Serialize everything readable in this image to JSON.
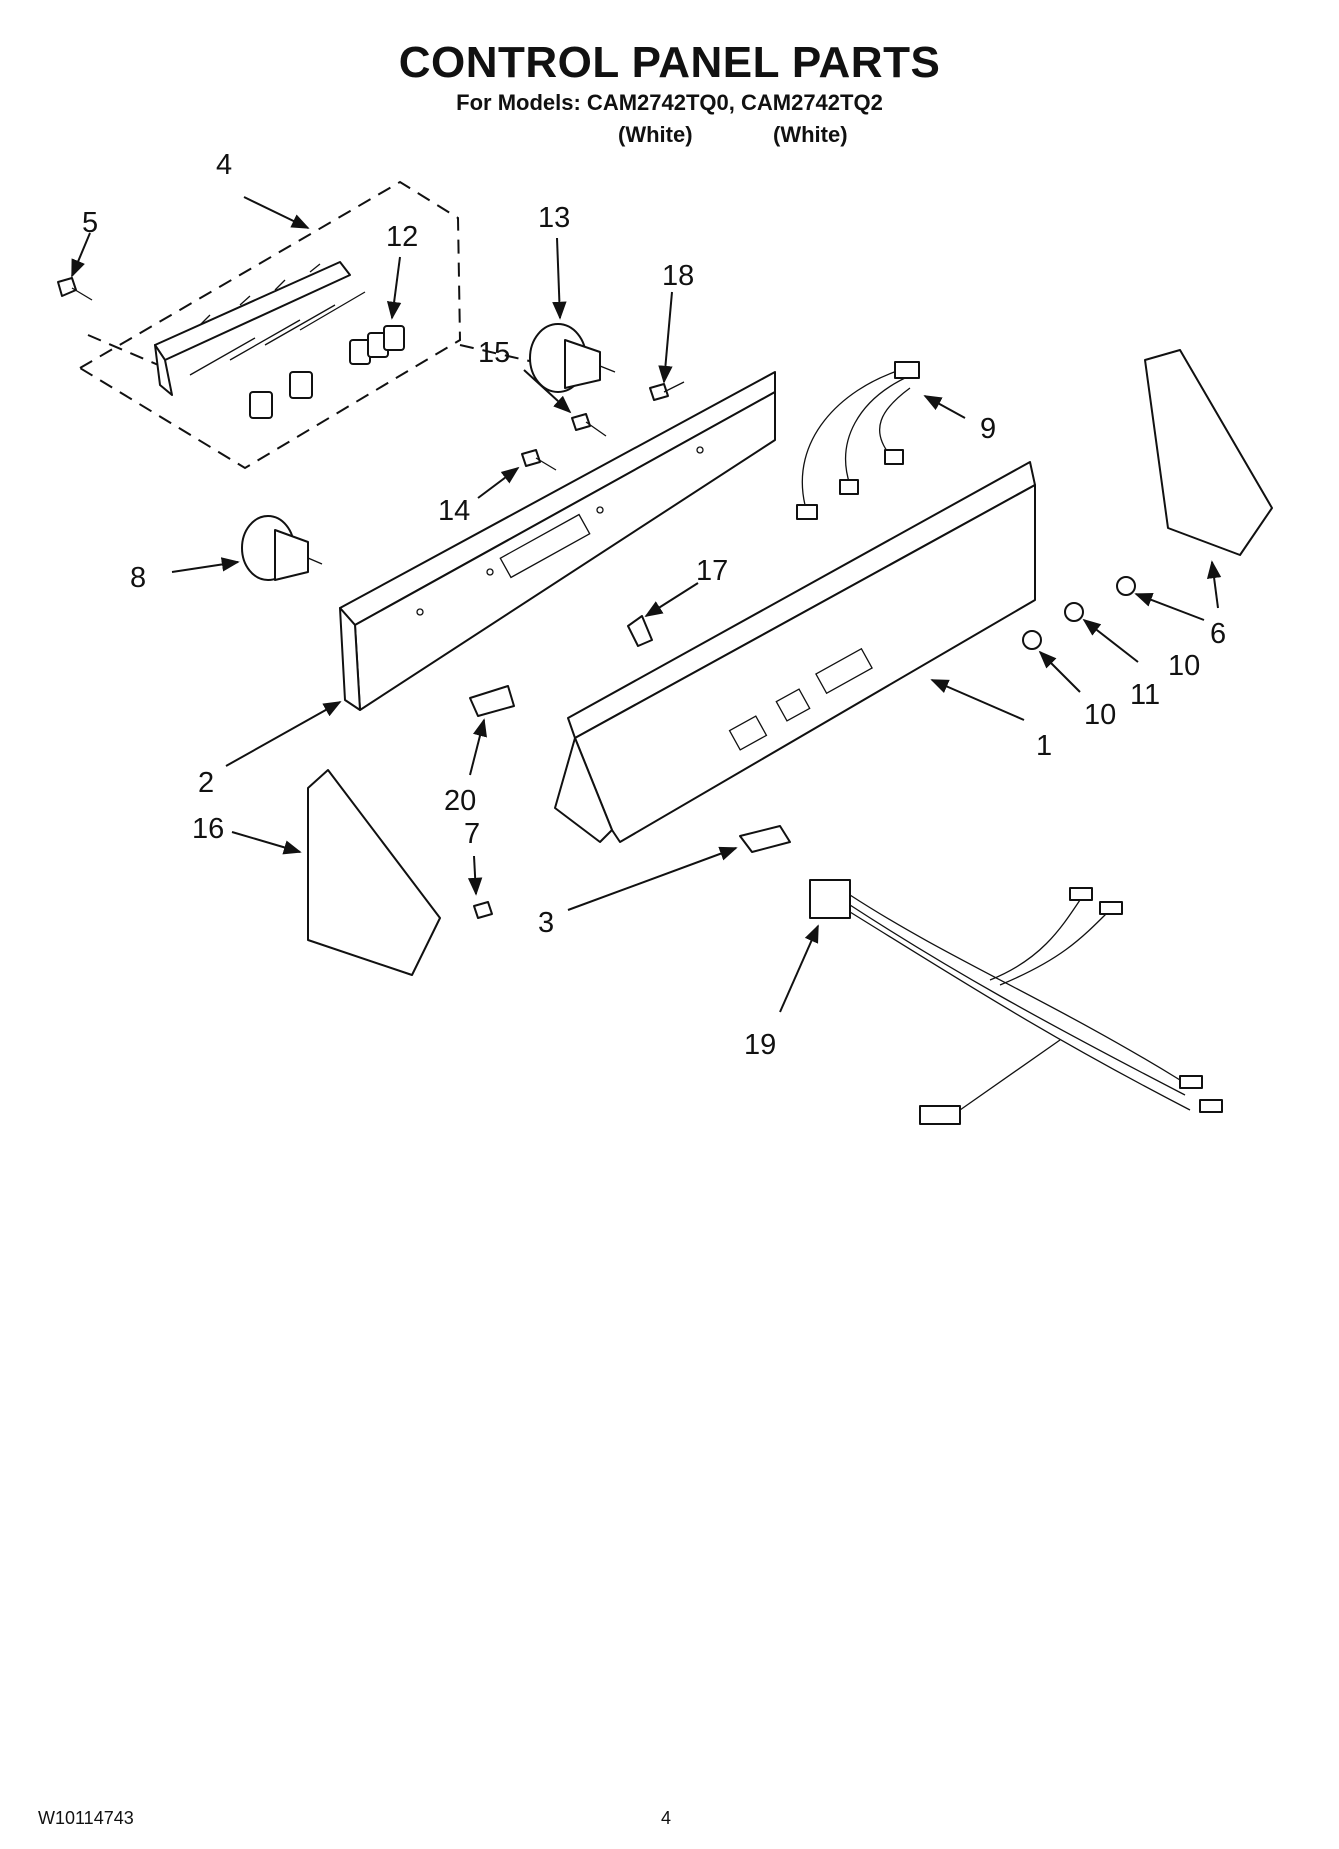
{
  "header": {
    "title": "CONTROL PANEL PARTS",
    "subtitle": "For Models: CAM2742TQ0, CAM2742TQ2",
    "variants": [
      "(White)",
      "(White)"
    ]
  },
  "callouts": [
    "1",
    "2",
    "3",
    "4",
    "5",
    "6",
    "7",
    "8",
    "9",
    "10",
    "10",
    "11",
    "12",
    "13",
    "14",
    "15",
    "16",
    "17",
    "18",
    "19",
    "20"
  ],
  "footer": {
    "doc_number": "W10114743",
    "page": "4"
  }
}
